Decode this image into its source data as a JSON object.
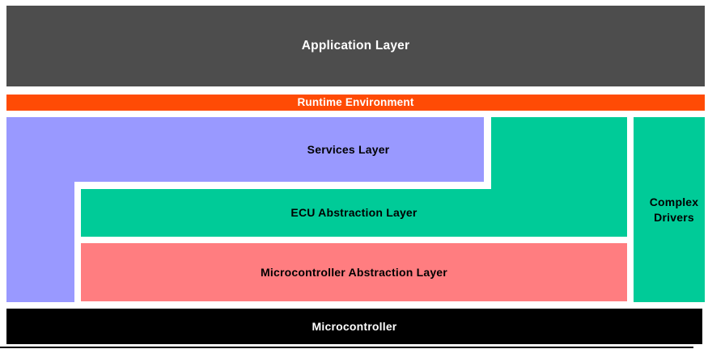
{
  "layers": {
    "application": {
      "label": "Application Layer",
      "bg": "#4D4D4D",
      "text_color": "#FFFFFF"
    },
    "runtime": {
      "label": "Runtime Environment",
      "bg": "#FF4B05",
      "text_color": "#FFFFFF"
    },
    "services": {
      "label": "Services Layer",
      "bg": "#9999FF",
      "text_color": "#000000"
    },
    "ecu_abstraction": {
      "label": "ECU Abstraction Layer",
      "bg": "#00CB98",
      "text_color": "#000000"
    },
    "complex_drivers": {
      "label": "Complex Drivers",
      "bg": "#00CB98",
      "text_color": "#000000"
    },
    "mcal": {
      "label": "Microcontroller Abstraction Layer",
      "bg": "#FF7D80",
      "text_color": "#000000"
    },
    "microcontroller": {
      "label": "Microcontroller",
      "bg": "#000000",
      "text_color": "#FFFFFF"
    }
  },
  "decor": {
    "baseline_color": "#000000",
    "background": "#FFFFFF"
  }
}
